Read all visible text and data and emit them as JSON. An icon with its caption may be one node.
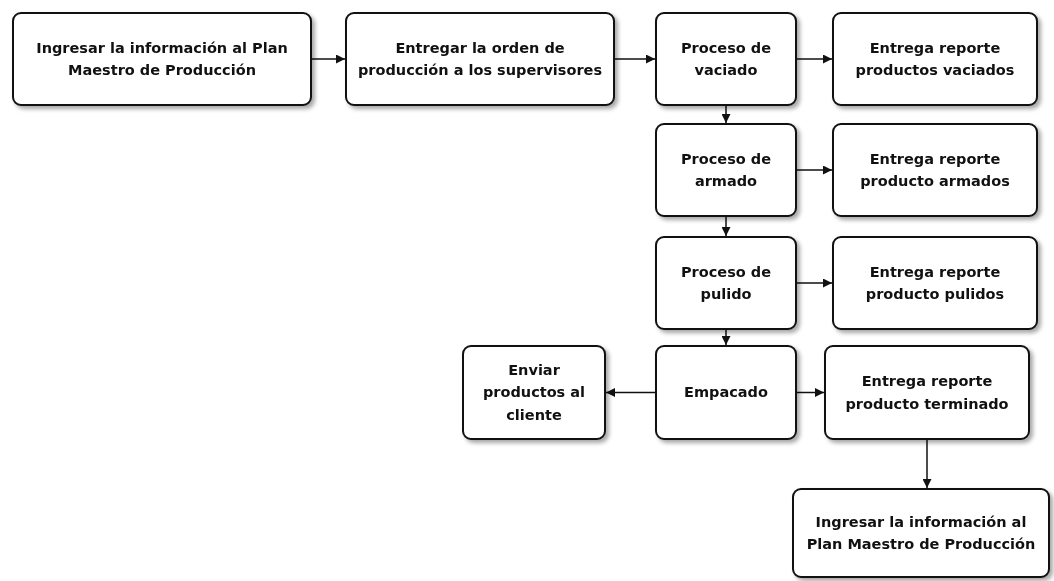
{
  "diagram": {
    "nodes": [
      {
        "text": [
          "Ingresar la información al Plan Maestro de Producción"
        ]
      },
      {
        "text": [
          "Entregar la orden de producción a los supervisores"
        ]
      },
      {
        "text": [
          "Proceso de vaciado"
        ]
      },
      {
        "text": [
          "Entrega reporte productos vaciados"
        ]
      },
      {
        "text": [
          "Proceso de armado"
        ]
      },
      {
        "text": [
          "Entrega reporte producto armados"
        ]
      },
      {
        "text": [
          "Proceso de pulido"
        ]
      },
      {
        "text": [
          "Entrega reporte producto pulidos"
        ]
      },
      {
        "text": [
          "Enviar productos al cliente"
        ]
      },
      {
        "text": [
          "Empacado"
        ]
      },
      {
        "text": [
          "Entrega reporte producto terminado"
        ]
      },
      {
        "text": [
          "Ingresar la información al Plan Maestro de Producción"
        ]
      }
    ],
    "edges": [
      {
        "from": 0,
        "to": 1,
        "arrow": "to"
      },
      {
        "from": 1,
        "to": 2,
        "arrow": "to"
      },
      {
        "from": 2,
        "to": 3,
        "arrow": "to"
      },
      {
        "from": 2,
        "to": 4,
        "arrow": "to"
      },
      {
        "from": 4,
        "to": 5,
        "arrow": "to"
      },
      {
        "from": 4,
        "to": 6,
        "arrow": "to"
      },
      {
        "from": 6,
        "to": 7,
        "arrow": "to"
      },
      {
        "from": 6,
        "to": 9,
        "arrow": "to"
      },
      {
        "from": 9,
        "to": 8,
        "arrow": "to"
      },
      {
        "from": 9,
        "to": 10,
        "arrow": "to"
      },
      {
        "from": 10,
        "to": 11,
        "arrow": "to"
      }
    ]
  }
}
